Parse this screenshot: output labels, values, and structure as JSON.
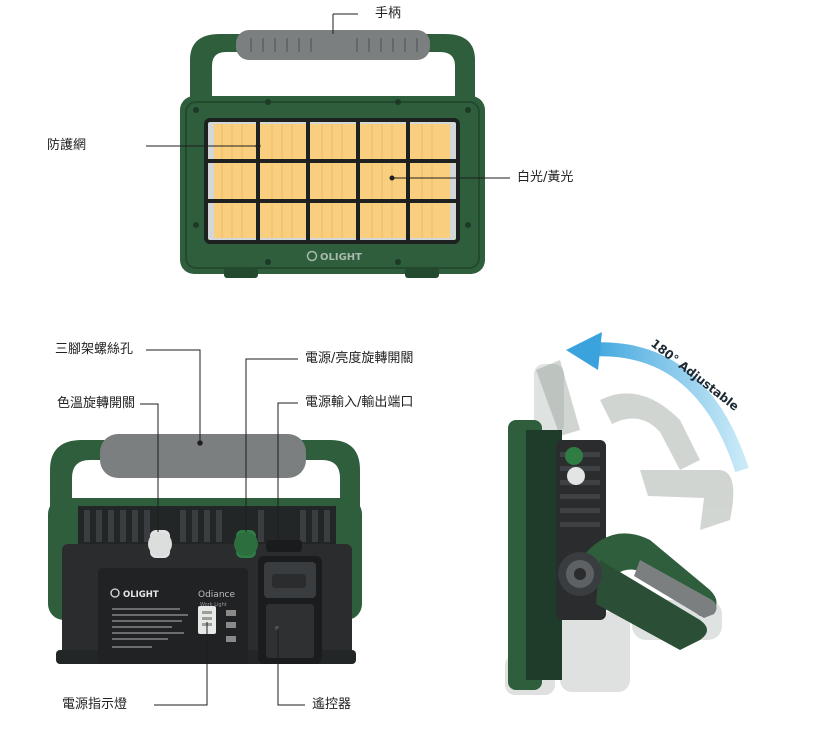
{
  "labels": {
    "handle": "手柄",
    "grille": "防護網",
    "light": "白光/黃光",
    "tripod_hole": "三腳架螺絲孔",
    "power_knob": "電源/亮度旋轉開關",
    "color_knob": "色溫旋轉開關",
    "port": "電源輸入/輸出端口",
    "indicator": "電源指示燈",
    "remote": "遙控器"
  },
  "rotation_label": "180° Adjustable",
  "brand": "OLIGHT",
  "product": "Odiance",
  "product_sub": "Work Light",
  "colors": {
    "body_green": "#2e5e3c",
    "handle_gray": "#7c7f80",
    "lens_warm": "#f9cf7f",
    "arrow_blue": "#5bb8e6",
    "battery_dark": "#2a2c2d"
  }
}
